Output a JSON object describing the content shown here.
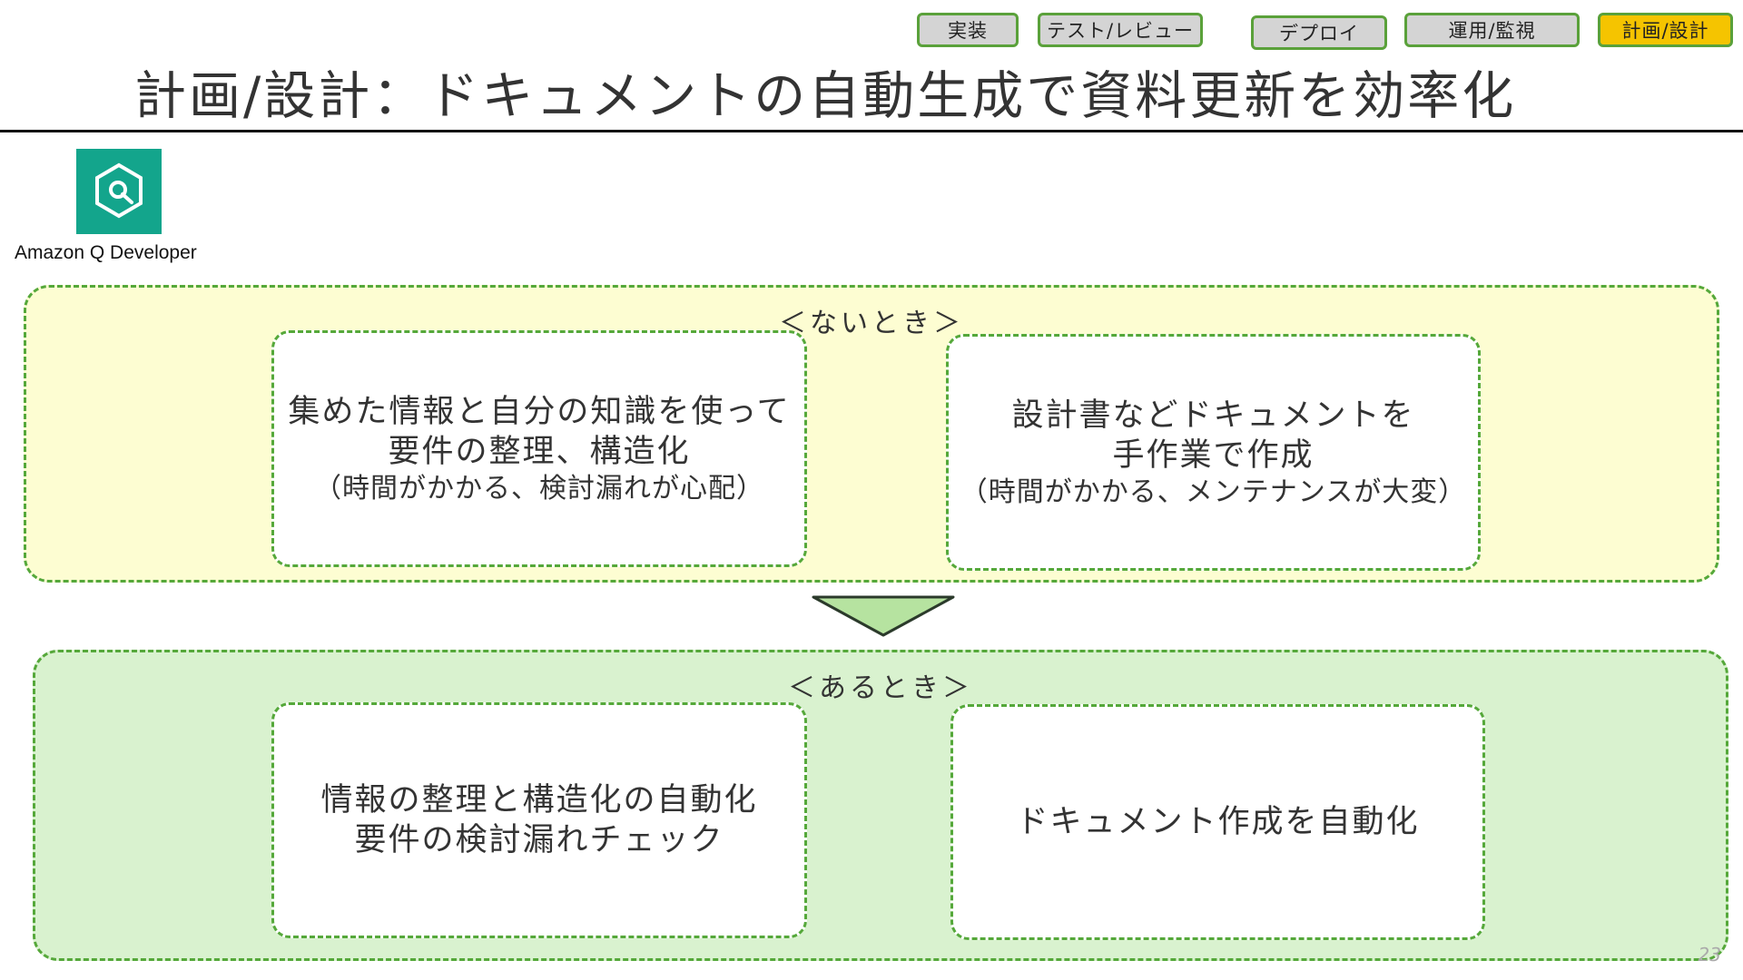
{
  "nav": {
    "tabs": [
      {
        "label": "実装",
        "active": false
      },
      {
        "label": "テスト/レビュー",
        "active": false
      },
      {
        "label": "デプロイ",
        "active": false
      },
      {
        "label": "運用/監視",
        "active": false
      },
      {
        "label": "計画/設計",
        "active": true
      }
    ]
  },
  "title": "計画/設計：ドキュメントの自動生成で資料更新を効率化",
  "logo": {
    "label": "Amazon Q Developer",
    "icon": "amazon-q-icon",
    "color": "#13a58c"
  },
  "without": {
    "label": "＜ないとき＞",
    "cards": [
      {
        "line1": "集めた情報と自分の知識を使って",
        "line2": "要件の整理、構造化",
        "sub": "（時間がかかる、検討漏れが心配）"
      },
      {
        "line1": "設計書などドキュメントを",
        "line2": "手作業で作成",
        "sub": "（時間がかかる、メンテナンスが大変）"
      }
    ]
  },
  "with": {
    "label": "＜あるとき＞",
    "cards": [
      {
        "line1": "情報の整理と構造化の自動化",
        "line2": "要件の検討漏れチェック"
      },
      {
        "line1": "ドキュメント作成を自動化"
      }
    ]
  },
  "page_number": "23",
  "colors": {
    "accent_green": "#55a83a",
    "active_tab": "#f5c400",
    "without_bg": "#fdfdd2",
    "with_bg": "#d9f2cf",
    "arrow_fill": "#b6e3a0"
  }
}
